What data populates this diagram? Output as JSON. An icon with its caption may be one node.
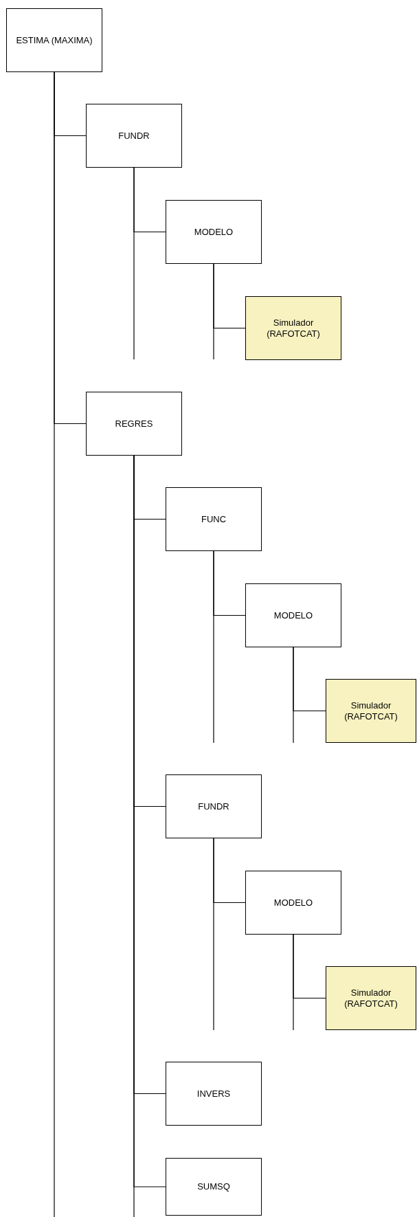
{
  "diagram": {
    "nodes": [
      {
        "text": [
          "ESTIMA (MAXIMA)"
        ]
      },
      {
        "text": [
          "FUNDR"
        ]
      },
      {
        "text": [
          "MODELO"
        ]
      },
      {
        "text": [
          "Simulador (RAFOTCAT)"
        ]
      },
      {
        "text": [
          "REGRES"
        ]
      },
      {
        "text": [
          "FUNC"
        ]
      },
      {
        "text": [
          "MODELO"
        ]
      },
      {
        "text": [
          "Simulador (RAFOTCAT)"
        ]
      },
      {
        "text": [
          "FUNDR"
        ]
      },
      {
        "text": [
          "MODELO"
        ]
      },
      {
        "text": [
          "Simulador (RAFOTCAT)"
        ]
      },
      {
        "text": [
          "INVERS"
        ]
      },
      {
        "text": [
          "SUMSQ"
        ]
      }
    ],
    "edges": [
      {
        "from": 0,
        "to": 1,
        "arrow": "none"
      },
      {
        "from": 1,
        "to": 2,
        "arrow": "none"
      },
      {
        "from": 2,
        "to": 3,
        "arrow": "none"
      },
      {
        "from": 0,
        "to": 4,
        "arrow": "none"
      },
      {
        "from": 4,
        "to": 5,
        "arrow": "none"
      },
      {
        "from": 5,
        "to": 6,
        "arrow": "none"
      },
      {
        "from": 6,
        "to": 7,
        "arrow": "none"
      },
      {
        "from": 4,
        "to": 8,
        "arrow": "none"
      },
      {
        "from": 8,
        "to": 9,
        "arrow": "none"
      },
      {
        "from": 9,
        "to": 10,
        "arrow": "none"
      },
      {
        "from": 4,
        "to": 11,
        "arrow": "none"
      },
      {
        "from": 4,
        "to": 12,
        "arrow": "none"
      }
    ]
  }
}
